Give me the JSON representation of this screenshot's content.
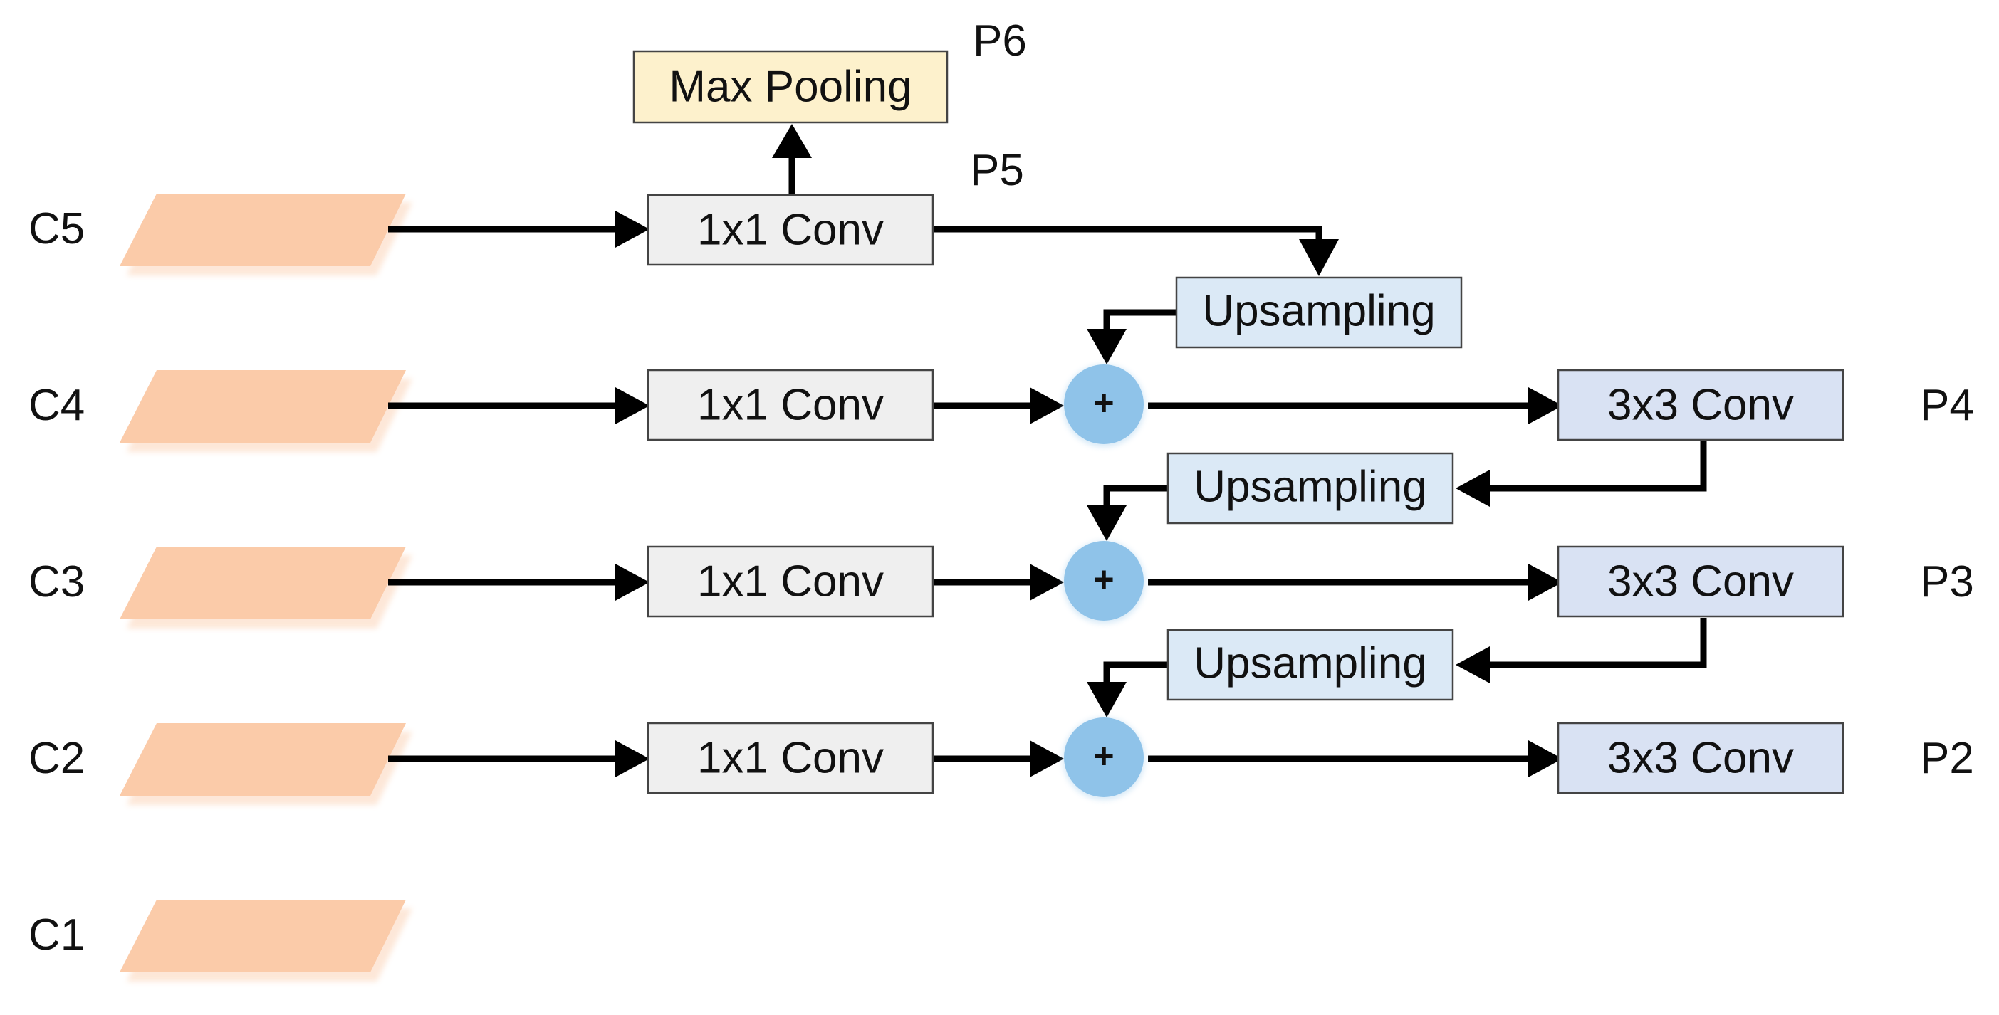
{
  "levels": {
    "c5": "C5",
    "c4": "C4",
    "c3": "C3",
    "c2": "C2",
    "c1": "C1"
  },
  "outputs": {
    "p6": "P6",
    "p5": "P5",
    "p4": "P4",
    "p3": "P3",
    "p2": "P2"
  },
  "blocks": {
    "max_pooling": "Max Pooling",
    "lateral_conv": "1x1 Conv",
    "upsampling": "Upsampling",
    "output_conv": "3x3 Conv",
    "add": "+"
  },
  "colors": {
    "feature_map": "#fbcba9",
    "max_pooling_fill": "#fdf1cc",
    "lateral_conv_fill": "#efefef",
    "upsampling_fill": "#dbe9f6",
    "output_conv_fill": "#d9e2f3",
    "add_node": "#8fc3e9",
    "arrow": "#000000"
  }
}
